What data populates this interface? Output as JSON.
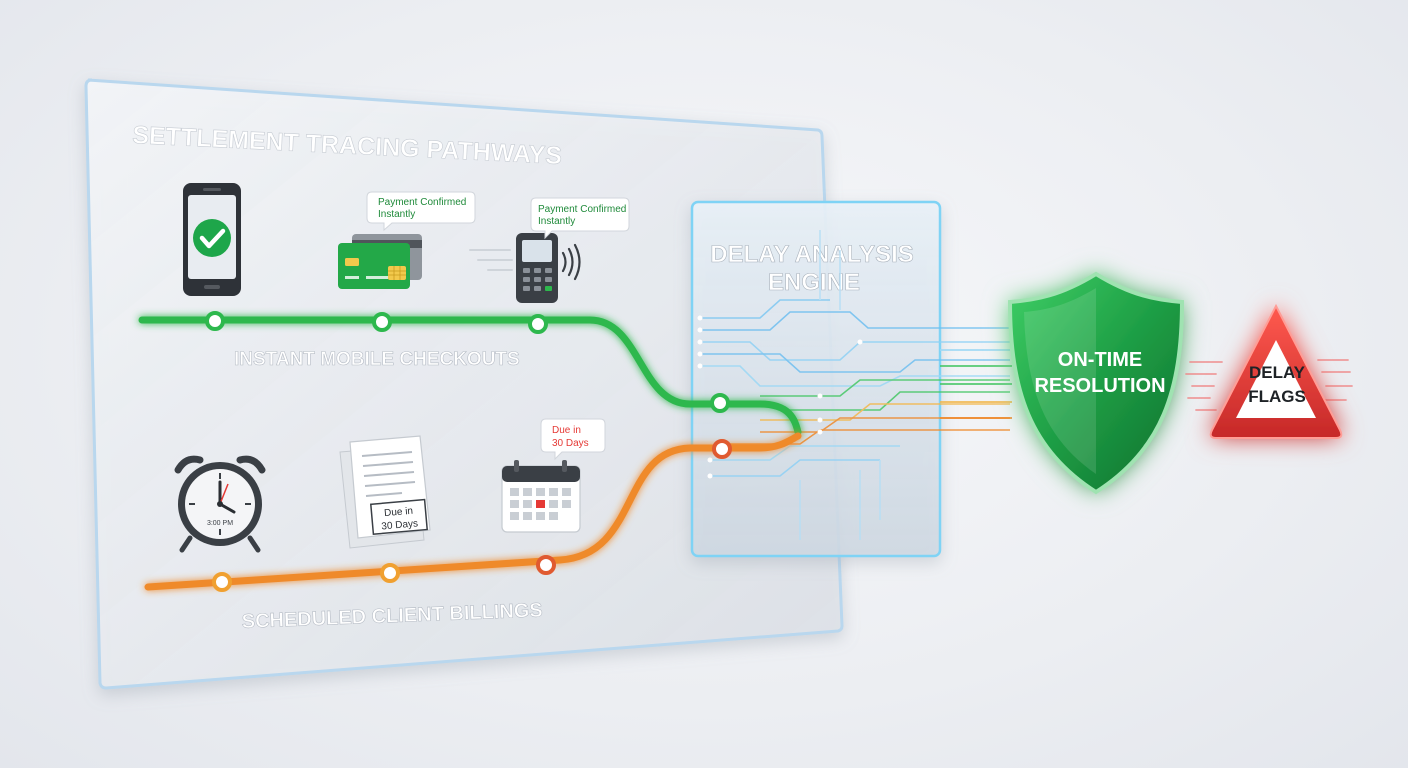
{
  "panel": {
    "title": "SETTLEMENT TRACING PATHWAYS"
  },
  "instant_path": {
    "label": "INSTANT MOBILE CHECKOUTS",
    "bubble_1": {
      "line1": "Payment Confirmed",
      "line2": "Instantly"
    },
    "bubble_2": {
      "line1": "Payment Confirmed",
      "line2": "Instantly"
    },
    "color": "#2db84d"
  },
  "scheduled_path": {
    "label": "SCHEDULED CLIENT BILLINGS",
    "clock_time": "3:00 PM",
    "invoice_stamp": {
      "line1": "Due in",
      "line2": "30 Days"
    },
    "calendar_bubble": {
      "line1": "Due in",
      "line2": "30 Days"
    },
    "color": "#ef8a2c"
  },
  "engine": {
    "line1": "DELAY ANALYSIS",
    "line2": "ENGINE"
  },
  "shield": {
    "line1": "ON-TIME",
    "line2": "RESOLUTION",
    "color": "#1e9e45"
  },
  "warning": {
    "line1": "DELAY",
    "line2": "FLAGS",
    "color": "#e53935"
  },
  "icons": [
    "phone-check-icon",
    "credit-card-icon",
    "card-terminal-icon",
    "alarm-clock-icon",
    "invoice-icon",
    "calendar-icon",
    "shield-icon",
    "warning-triangle-icon"
  ]
}
